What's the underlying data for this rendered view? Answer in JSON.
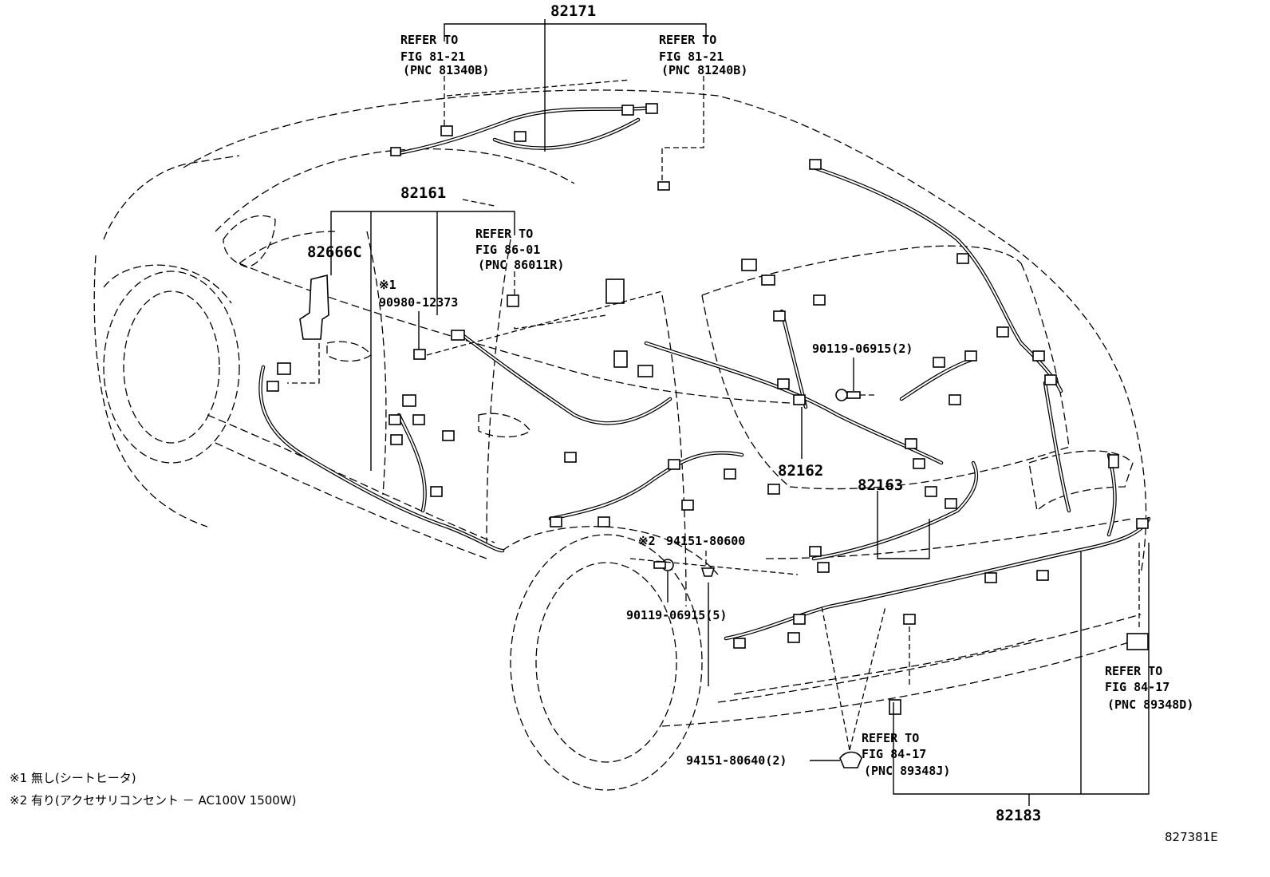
{
  "figure_number": "827381E",
  "part_labels": {
    "p82171": "82171",
    "p82161": "82161",
    "p82666c": "82666C",
    "p82162": "82162",
    "p82163": "82163",
    "p82183": "82183",
    "p90980": "90980-12373",
    "p90119_2": "90119-06915(2)",
    "p90119_5": "90119-06915(5)",
    "p94151_600": "94151-80600",
    "p94151_640": "94151-80640(2)"
  },
  "marks": {
    "m1": "※1",
    "m2": "※2"
  },
  "refer_callouts": [
    {
      "line1": "REFER TO",
      "line2": "FIG 81-21",
      "line3": "(PNC 81340B)"
    },
    {
      "line1": "REFER TO",
      "line2": "FIG 81-21",
      "line3": "(PNC 81240B)"
    },
    {
      "line1": "REFER TO",
      "line2": "FIG 86-01",
      "line3": "(PNC 86011R)"
    },
    {
      "line1": "REFER TO",
      "line2": "FIG 84-17",
      "line3": "(PNC 89348D)"
    },
    {
      "line1": "REFER TO",
      "line2": "FIG 84-17",
      "line3": "(PNC 89348J)"
    }
  ],
  "footnotes": [
    "※1 無し(シートヒータ)",
    "※2 有り(アクセサリコンセント － AC100V 1500W)"
  ]
}
